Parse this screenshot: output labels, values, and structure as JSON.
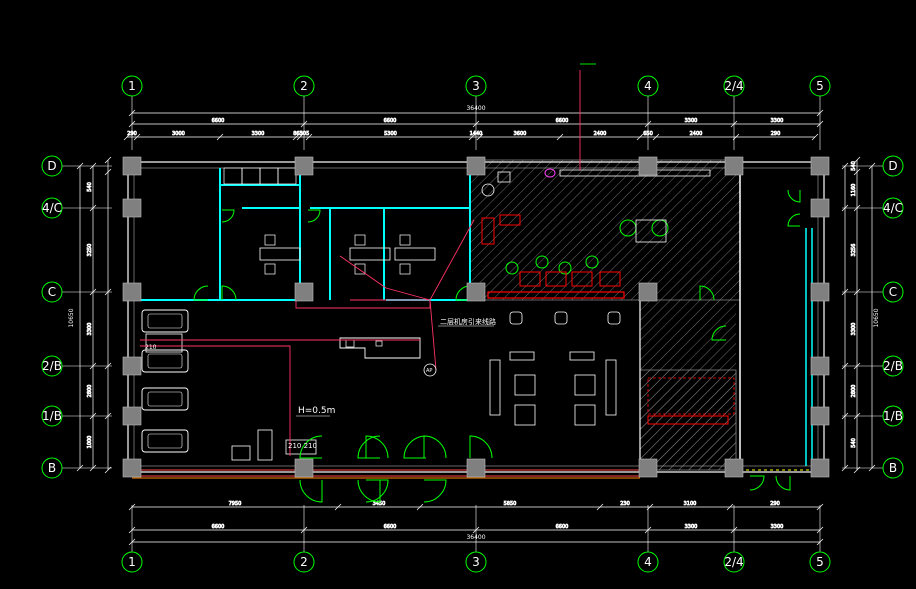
{
  "grid_x": [
    "1",
    "2",
    "3",
    "4",
    "2/4",
    "5"
  ],
  "grid_y": [
    "D",
    "4/C",
    "C",
    "2/B",
    "1/B",
    "B"
  ],
  "top_dims": {
    "overall": "36400",
    "row1": [
      "6600",
      "6600",
      "6600",
      "3300",
      "3300"
    ],
    "row2": [
      "290",
      "3000",
      "3300",
      "865",
      "305",
      "5300",
      "1440",
      "3600",
      "2400",
      "650",
      "2400",
      "290"
    ]
  },
  "bottom_dims": {
    "overall": "36400",
    "row1": [
      "6600",
      "6600",
      "6600",
      "3300",
      "3300"
    ],
    "row2": [
      "7950",
      "3450",
      "5850",
      "230",
      "3100",
      "290"
    ]
  },
  "side_dims": {
    "left_outer": "10650",
    "left_inner": [
      "540",
      "3250",
      "3300",
      "2800",
      "1000"
    ],
    "right_outer": "10650",
    "right_inner": [
      "540",
      "1160",
      "3256",
      "3300",
      "2800",
      "540"
    ]
  },
  "annotations": {
    "height_note": "H=0.5m",
    "equip_label_1": "210",
    "equip_label_2": "210 210",
    "ap_label": "AP",
    "riser_note": "二层机房引来线路"
  },
  "colors": {
    "background": "#000000",
    "grid_bubble": "#00ff00",
    "dimension": "#ffffff",
    "column": "#808080",
    "wall": "#00ffff",
    "furniture": "#ffffff",
    "doors": "#00ff00",
    "cable": "#ff3366",
    "hatch": "#888888",
    "label": "#ffff00",
    "red_equipment": "#ff0000"
  }
}
